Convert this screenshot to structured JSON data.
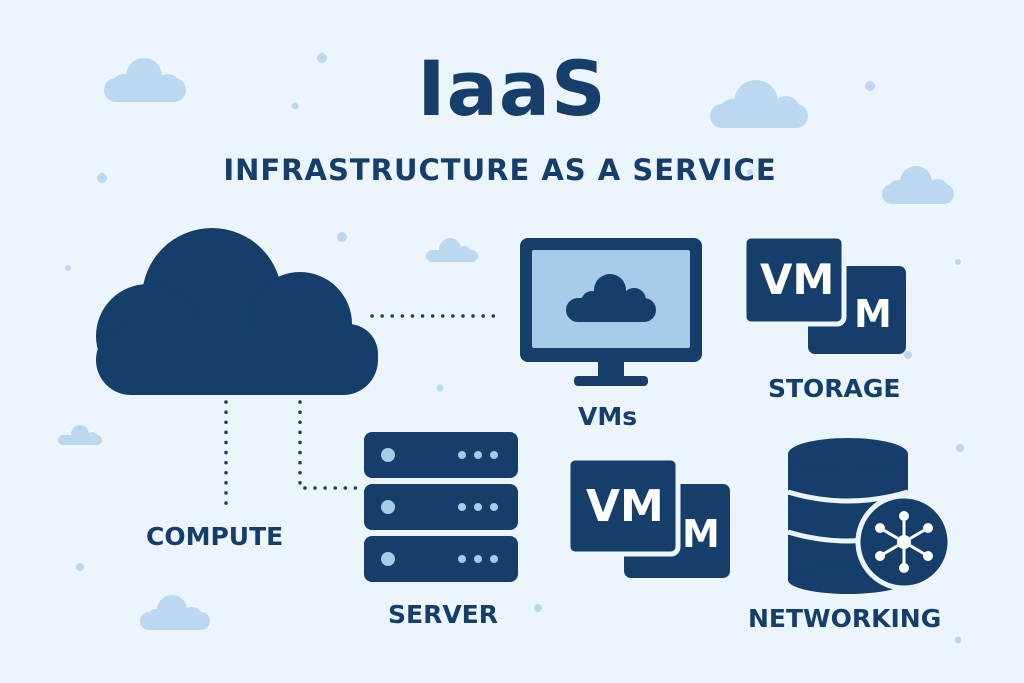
{
  "title": "IaaS",
  "subtitle": "INFRASTRUCTURE AS A SERVICE",
  "labels": {
    "compute": "COMPUTE",
    "server": "SERVER",
    "vms": "VMs",
    "storage": "STORAGE",
    "networking": "NETWORKING"
  },
  "vm_cards": {
    "top_front": "VM",
    "top_back": "M",
    "bottom_front": "VM",
    "bottom_back": "M"
  },
  "colors": {
    "background": "#edf5fc",
    "primary": "#153e6a",
    "light": "#a8cbea",
    "cloud_decor": "#bcd8f0"
  }
}
